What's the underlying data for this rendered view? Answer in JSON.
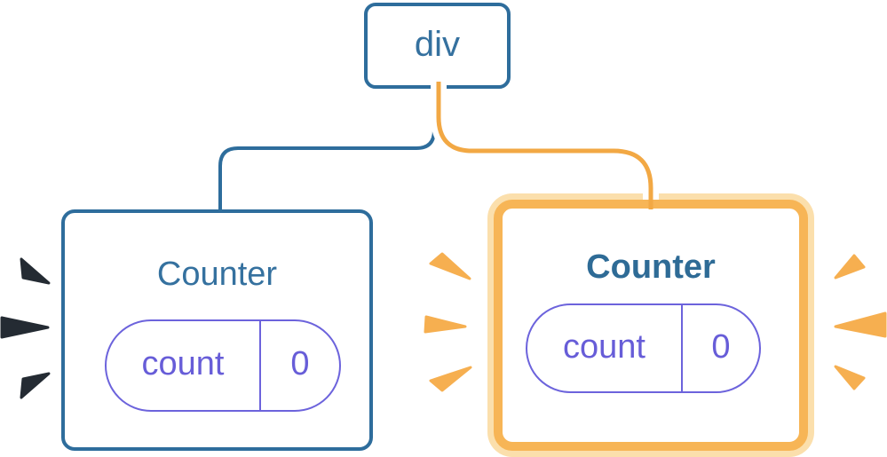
{
  "diagram": {
    "description": "React component tree: a div parent with two Counter children; the right Counter is highlighted as just rendered",
    "root": {
      "label": "div"
    },
    "counters": [
      {
        "title": "Counter",
        "state_key": "count",
        "state_value": "0",
        "highlighted": false
      },
      {
        "title": "Counter",
        "state_key": "count",
        "state_value": "0",
        "highlighted": true
      }
    ]
  },
  "colors": {
    "card_border_blue": "#2E6D9C",
    "title_blue": "#35719F",
    "title_blue_bold": "#2E6B96",
    "pill_purple_border": "#6C63DC",
    "pill_purple_text": "#675DD8",
    "highlight_orange": "#F7B556",
    "highlight_orange_pale": "#FBDFAC",
    "connector_orange": "#F2A844",
    "flash_orange": "#F6AF50",
    "flash_navy": "#242B33",
    "background": "#FFFFFF"
  },
  "icons": {
    "flash_left_navy": "burst-rays pointing at left counter (3 navy wedges)",
    "flash_right_orange_inner": "burst-rays left of highlighted counter (3 orange wedges)",
    "flash_right_orange_outer": "burst-rays right of highlighted counter (3 orange wedges)"
  }
}
